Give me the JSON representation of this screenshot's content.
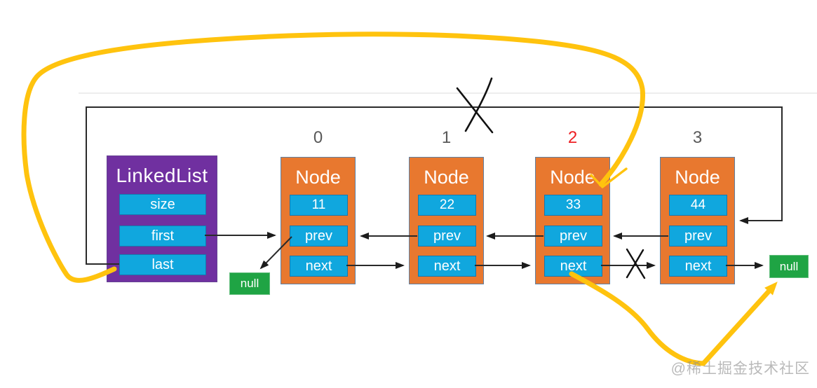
{
  "colors": {
    "purple": "#7030A0",
    "orange": "#E8782F",
    "cyan": "#10A7DE",
    "green": "#1FA444",
    "highlight_yellow": "#FFC30E",
    "index_gray": "#595959",
    "index_red": "#ED2024",
    "line_black": "#262626"
  },
  "linkedlist": {
    "title": "LinkedList",
    "fields": [
      "size",
      "first",
      "last"
    ]
  },
  "nodes": [
    {
      "index": "0",
      "index_style": "color:#595959",
      "title": "Node",
      "value": "11",
      "prev_label": "prev",
      "next_label": "next"
    },
    {
      "index": "1",
      "index_style": "color:#595959",
      "title": "Node",
      "value": "22",
      "prev_label": "prev",
      "next_label": "next"
    },
    {
      "index": "2",
      "index_style": "color:#ED2024",
      "title": "Node",
      "value": "33",
      "prev_label": "prev",
      "next_label": "next"
    },
    {
      "index": "3",
      "index_style": "color:#595959",
      "title": "Node",
      "value": "44",
      "prev_label": "prev",
      "next_label": "next"
    }
  ],
  "nulls": {
    "left": "null",
    "right": "null"
  },
  "watermark": "@稀土掘金技术社区"
}
